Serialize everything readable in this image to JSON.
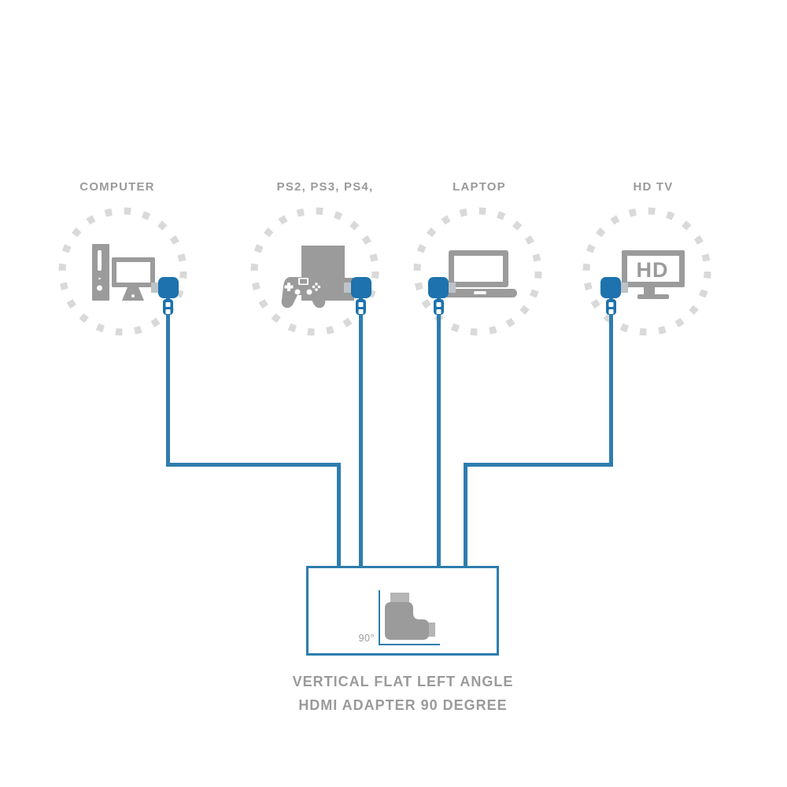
{
  "colors": {
    "background": "#ffffff",
    "accent_blue": "#2e7dae",
    "connector_blue": "#1e72ad",
    "icon_gray": "#9b9b9b",
    "plug_gray": "#b5b5b5",
    "tip_gray": "#bdc3c7",
    "dash_gray": "#d9d9d9",
    "text_gray": "#9a9a9a"
  },
  "devices": [
    {
      "id": "computer",
      "label": "COMPUTER"
    },
    {
      "id": "game_consoles",
      "label": "PS2, PS3, PS4,"
    },
    {
      "id": "laptop",
      "label": "LAPTOP"
    },
    {
      "id": "hd_tv",
      "label": "HD TV",
      "icon_text": "HD"
    }
  ],
  "adapter": {
    "angle_label": "90°"
  },
  "caption": {
    "line1": "VERTICAL FLAT LEFT ANGLE",
    "line2": "HDMI ADAPTER 90 DEGREE"
  }
}
